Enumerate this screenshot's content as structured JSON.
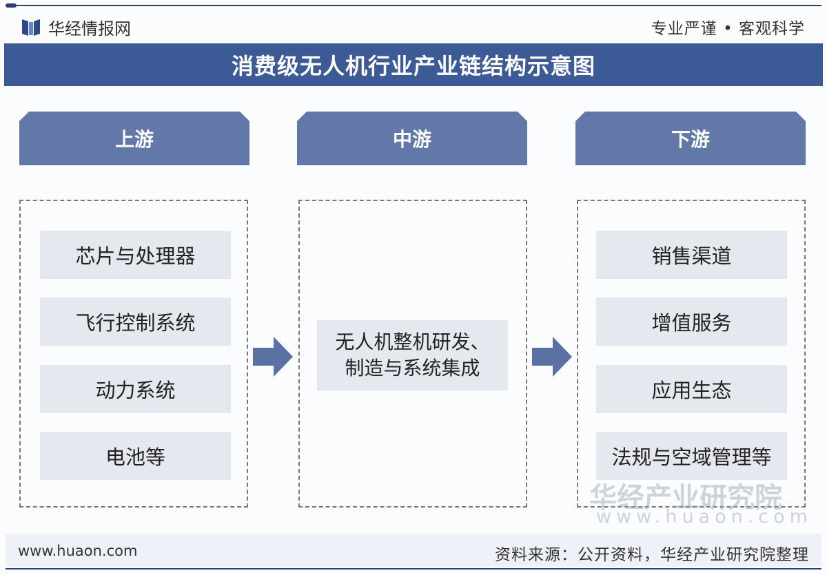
{
  "header": {
    "logo_text": "华经情报网",
    "slogan": "专业严谨 • 客观科学"
  },
  "title": "消费级无人机行业产业链结构示意图",
  "columns": [
    {
      "label": "上游",
      "items": [
        "芯片与处理器",
        "飞行控制系统",
        "动力系统",
        "电池等"
      ]
    },
    {
      "label": "中游",
      "items": [
        "无人机整机研发、",
        "制造与系统集成"
      ]
    },
    {
      "label": "下游",
      "items": [
        "销售渠道",
        "增值服务",
        "应用生态",
        "法规与空域管理等"
      ]
    }
  ],
  "watermark": {
    "name": "华经产业研究院",
    "url": "www.huaon.com"
  },
  "footer": {
    "url": "www.huaon.com",
    "source": "资料来源：公开资料，华经产业研究院整理"
  },
  "colors": {
    "primary": "#3b5a96",
    "header": "#6178a8",
    "item": "#e5e8ef"
  }
}
